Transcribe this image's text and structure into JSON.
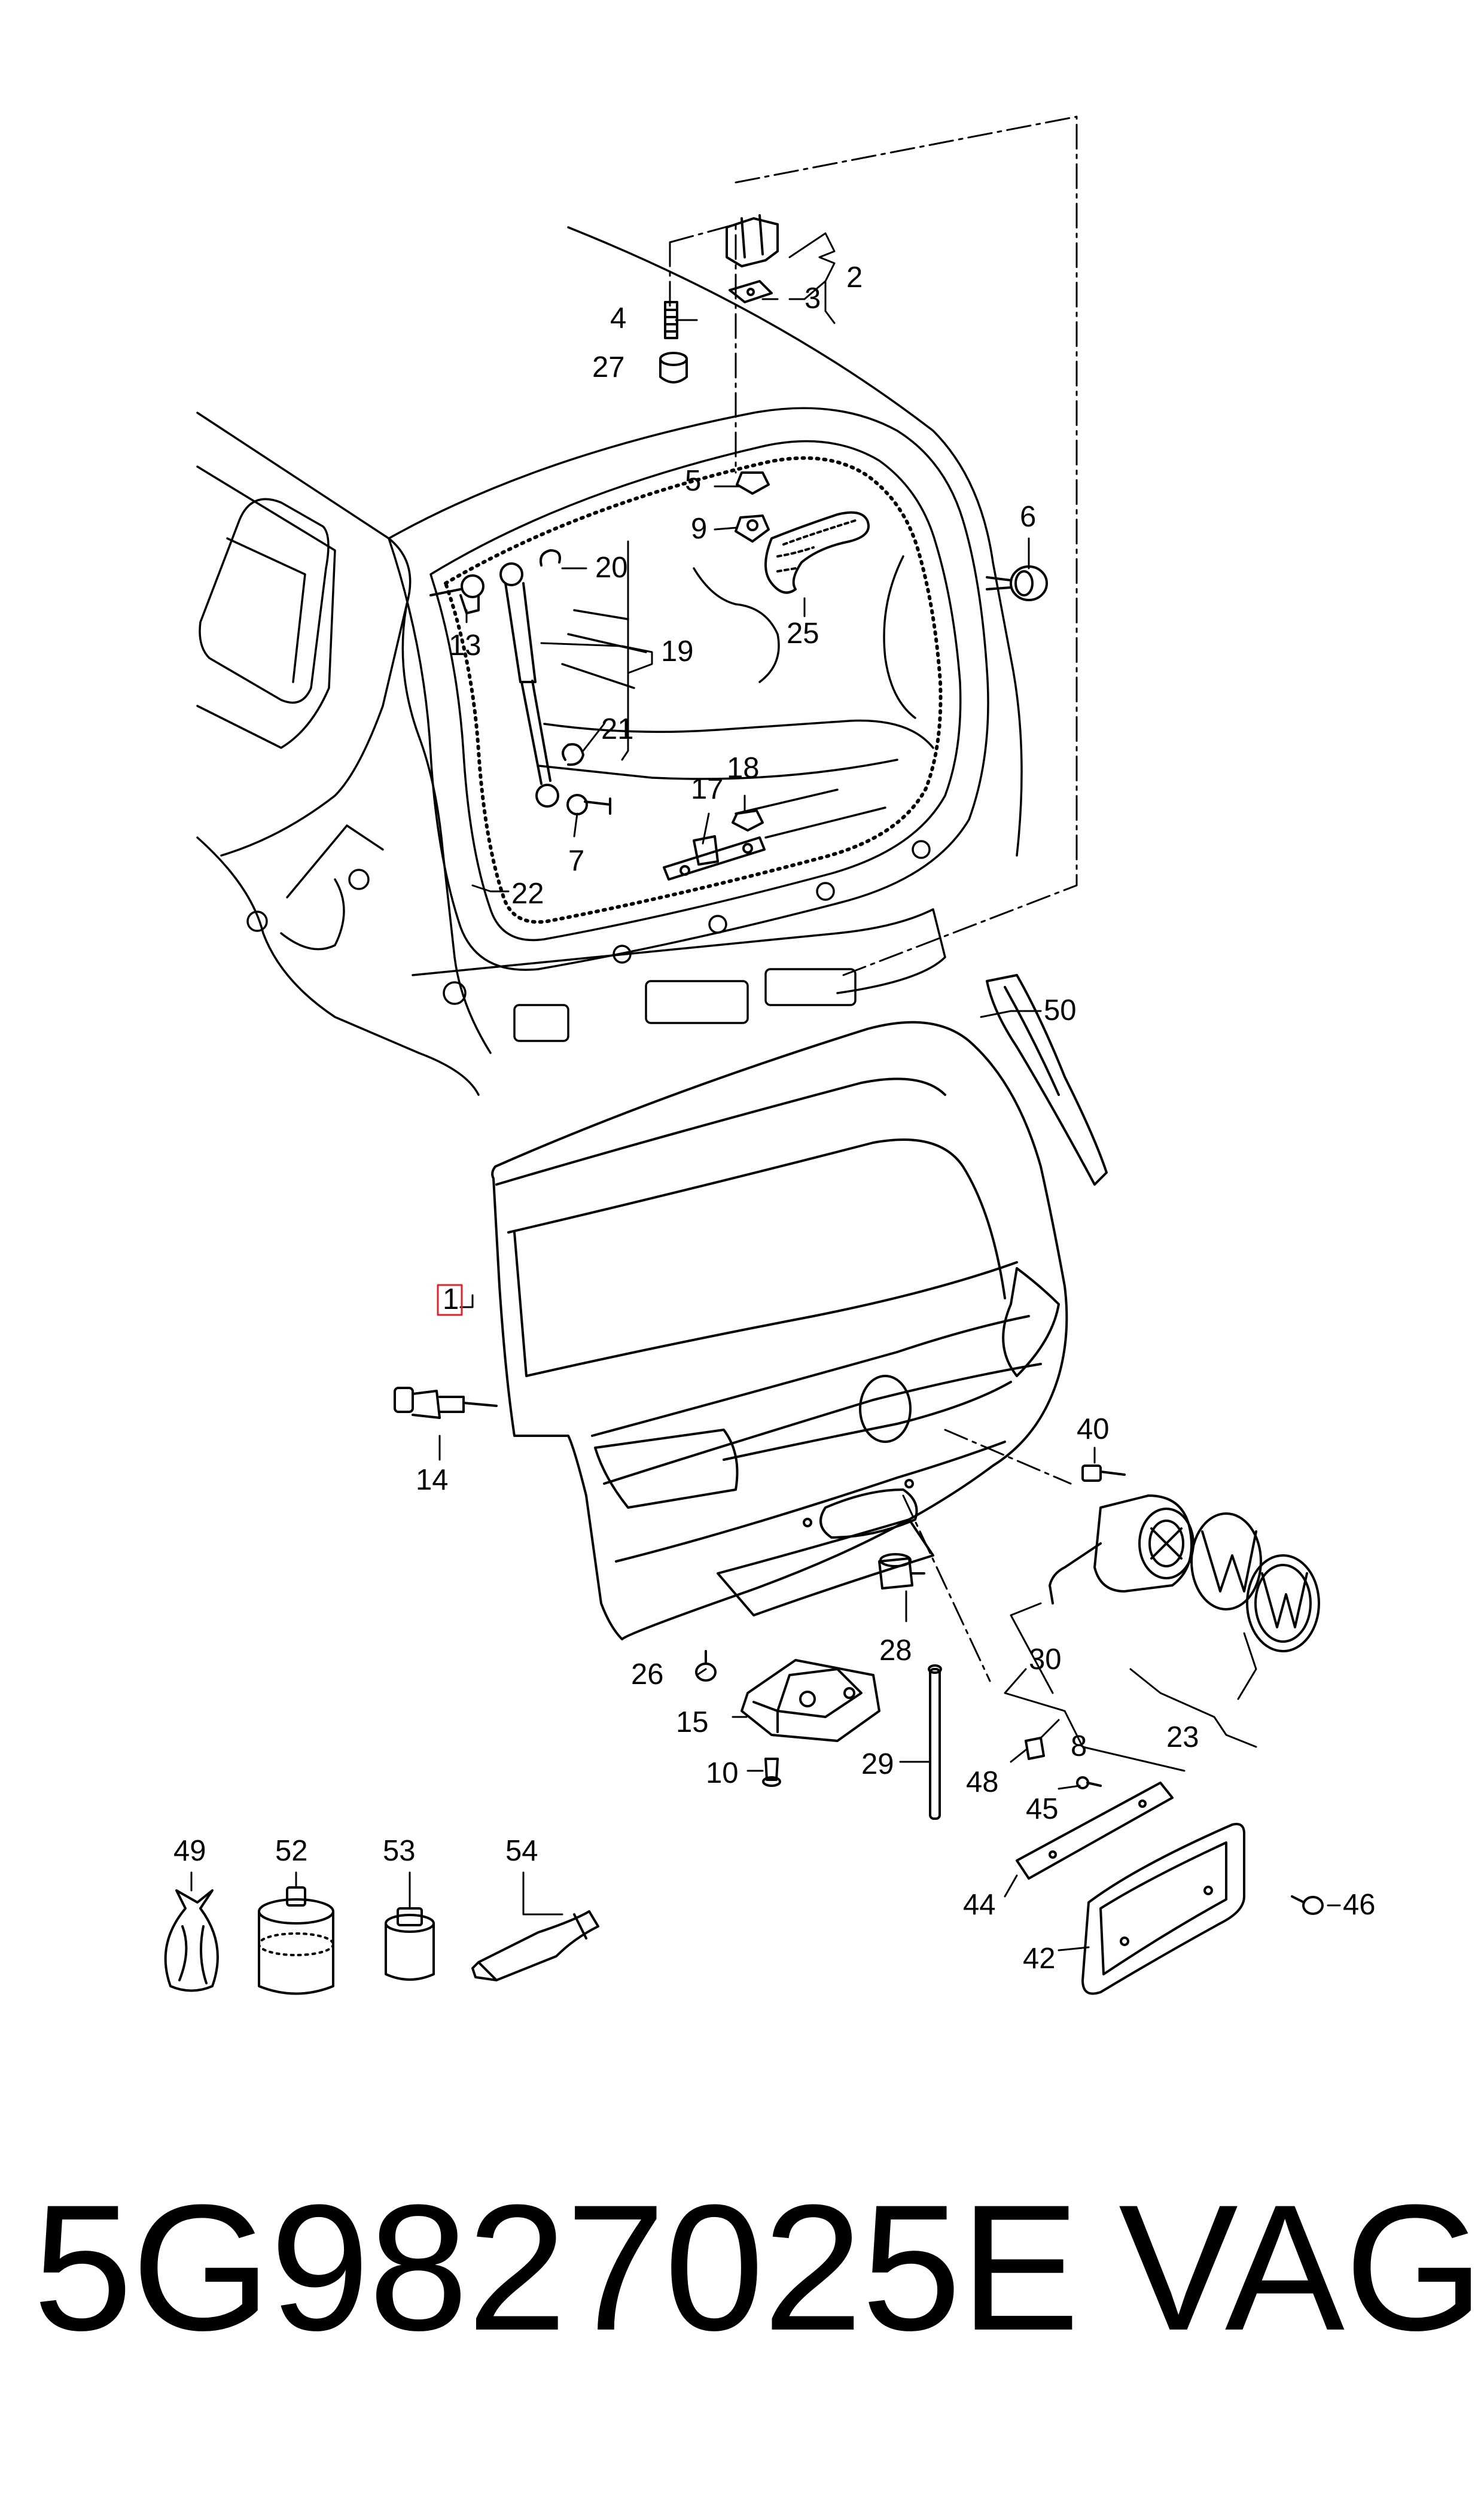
{
  "part_number": "5G9827025E",
  "brand": "VAG",
  "callouts": {
    "c1": "1",
    "c2": "2",
    "c3": "3",
    "c4": "4",
    "c5": "5",
    "c6": "6",
    "c7": "7",
    "c8": "8",
    "c9": "9",
    "c10": "10",
    "c13": "13",
    "c14": "14",
    "c15": "15",
    "c17": "17",
    "c18": "18",
    "c19": "19",
    "c20": "20",
    "c21": "21",
    "c22": "22",
    "c23": "23",
    "c25": "25",
    "c26": "26",
    "c27": "27",
    "c28": "28",
    "c29": "29",
    "c30": "30",
    "c40": "40",
    "c42": "42",
    "c44": "44",
    "c45": "45",
    "c46": "46",
    "c48": "48",
    "c49": "49",
    "c50": "50",
    "c52": "52",
    "c53": "53",
    "c54": "54"
  },
  "colors": {
    "line": "#000000",
    "highlight": "#d9262b",
    "background": "#ffffff"
  }
}
